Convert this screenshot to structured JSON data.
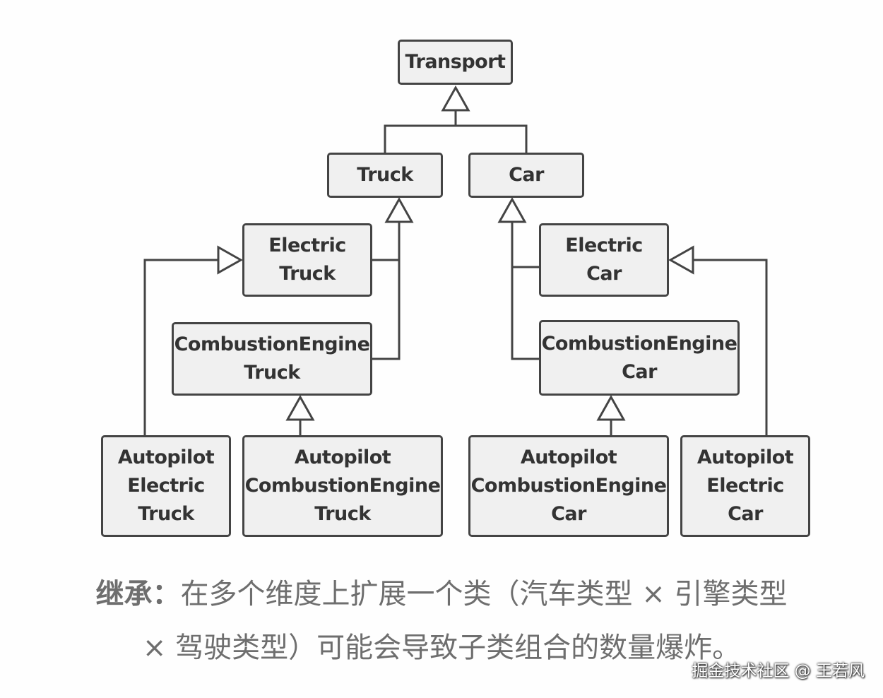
{
  "diagram": {
    "classes": {
      "transport": [
        "Transport"
      ],
      "truck": [
        "Truck"
      ],
      "car": [
        "Car"
      ],
      "electric_truck": [
        "Electric",
        "Truck"
      ],
      "combustion_truck": [
        "CombustionEngine",
        "Truck"
      ],
      "electric_car": [
        "Electric",
        "Car"
      ],
      "combustion_car": [
        "CombustionEngine",
        "Car"
      ],
      "autopilot_electric_truck": [
        "Autopilot",
        "Electric",
        "Truck"
      ],
      "autopilot_combustion_truck": [
        "Autopilot",
        "CombustionEngine",
        "Truck"
      ],
      "autopilot_combustion_car": [
        "Autopilot",
        "CombustionEngine",
        "Car"
      ],
      "autopilot_electric_car": [
        "Autopilot",
        "Electric",
        "Car"
      ]
    },
    "inheritance": [
      {
        "child": "truck",
        "parent": "transport"
      },
      {
        "child": "car",
        "parent": "transport"
      },
      {
        "child": "electric_truck",
        "parent": "truck"
      },
      {
        "child": "combustion_truck",
        "parent": "truck"
      },
      {
        "child": "electric_car",
        "parent": "car"
      },
      {
        "child": "combustion_car",
        "parent": "car"
      },
      {
        "child": "autopilot_electric_truck",
        "parent": "electric_truck"
      },
      {
        "child": "autopilot_combustion_truck",
        "parent": "combustion_truck"
      },
      {
        "child": "autopilot_combustion_car",
        "parent": "combustion_car"
      },
      {
        "child": "autopilot_electric_car",
        "parent": "electric_car"
      }
    ],
    "line_color": "#444444",
    "box_fill": "#f0f0f0"
  },
  "caption": {
    "bold": "继承：",
    "line1": "在多个维度上扩展一个类（汽车类型 × 引擎类型",
    "line2": "× 驾驶类型）可能会导致子类组合的数量爆炸。"
  },
  "watermark": "掘金技术社区 @ 王若风"
}
